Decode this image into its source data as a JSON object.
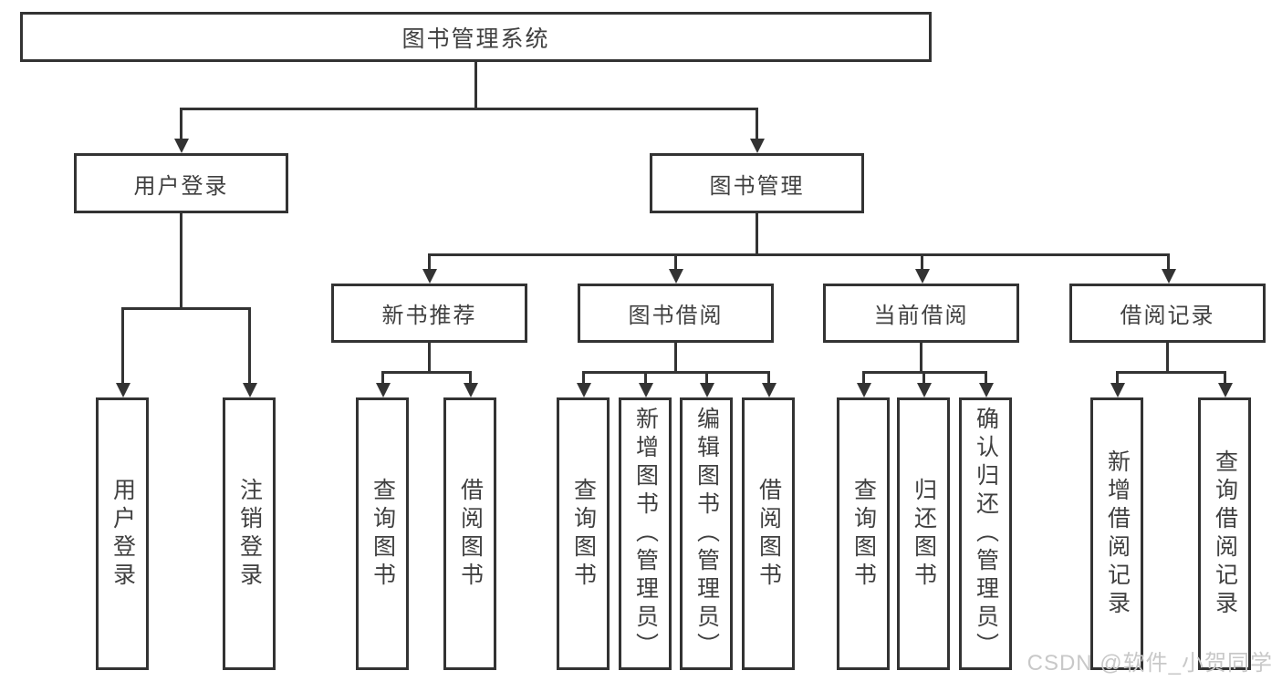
{
  "colors": {
    "line": "#333333",
    "box_border": "#333333",
    "text": "#404040",
    "watermark": "#c8c8c8",
    "background": "#ffffff"
  },
  "watermark": {
    "text": "CSDN @软件_小贺同学"
  },
  "tree": {
    "root": {
      "label": "图书管理系统"
    },
    "branches": [
      {
        "label": "用户登录",
        "children": [
          {
            "label": "用户登录"
          },
          {
            "label": "注销登录"
          }
        ]
      },
      {
        "label": "图书管理",
        "children": [
          {
            "label": "新书推荐",
            "children": [
              {
                "label": "查询图书"
              },
              {
                "label": "借阅图书"
              }
            ]
          },
          {
            "label": "图书借阅",
            "children": [
              {
                "label": "查询图书"
              },
              {
                "label": "新增图书（管理员）"
              },
              {
                "label": "编辑图书（管理员）"
              },
              {
                "label": "借阅图书"
              }
            ]
          },
          {
            "label": "当前借阅",
            "children": [
              {
                "label": "查询图书"
              },
              {
                "label": "归还图书"
              },
              {
                "label": "确认归还（管理员）"
              }
            ]
          },
          {
            "label": "借阅记录",
            "children": [
              {
                "label": "新增借阅记录"
              },
              {
                "label": "查询借阅记录"
              }
            ]
          }
        ]
      }
    ]
  }
}
